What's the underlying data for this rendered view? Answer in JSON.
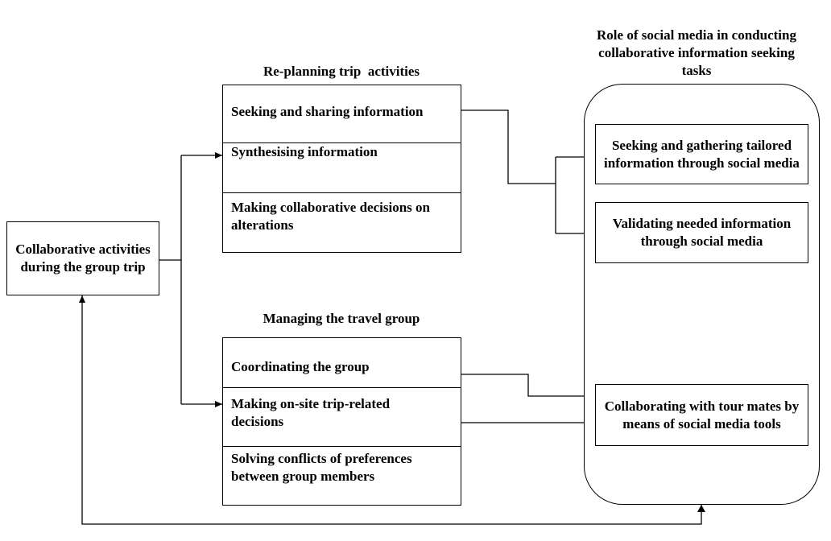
{
  "diagram": {
    "source_box": "Collaborative activities during the group trip",
    "replanning": {
      "heading": "Re-planning trip  activities",
      "items": [
        "Seeking and sharing information",
        "Synthesising information",
        "Making collaborative decisions on alterations"
      ]
    },
    "managing": {
      "heading": "Managing the travel group",
      "items": [
        "Coordinating the group",
        "Making on-site trip-related decisions",
        "Solving conflicts of preferences between group members"
      ]
    },
    "social_media": {
      "heading": "Role of social media in conducting collaborative information seeking  tasks",
      "items": [
        "Seeking and gathering tailored information through social media",
        "Validating needed information through social media",
        "Collaborating with tour mates by means of social media tools"
      ]
    }
  }
}
